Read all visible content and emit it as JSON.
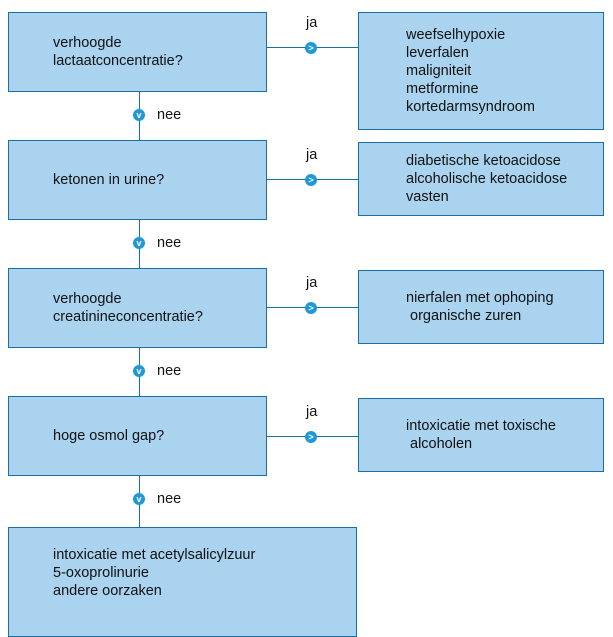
{
  "steps": [
    {
      "question": [
        "verhoogde",
        "lactaatconcentratie?"
      ],
      "yes_label": "ja",
      "no_label": "nee",
      "yes_result": [
        "weefselhypoxie",
        "leverfalen",
        "maligniteit",
        "metformine",
        "kortedarmsyndroom"
      ]
    },
    {
      "question": [
        "ketonen in urine?"
      ],
      "yes_label": "ja",
      "no_label": "nee",
      "yes_result": [
        "diabetische ketoacidose",
        "alcoholische ketoacidose",
        "vasten"
      ]
    },
    {
      "question": [
        "verhoogde",
        "creatinineconcentratie?"
      ],
      "yes_label": "ja",
      "no_label": "nee",
      "yes_result": [
        "nierfalen met ophoping",
        "organische zuren"
      ]
    },
    {
      "question": [
        "hoge osmol gap?"
      ],
      "yes_label": "ja",
      "no_label": "nee",
      "yes_result": [
        "intoxicatie met toxische",
        "alcoholen"
      ]
    }
  ],
  "final_result": [
    "intoxicatie met acetylsalicylzuur",
    "5-oxoprolinurie",
    "andere oorzaken"
  ],
  "colors": {
    "box_fill": "#a9d3ee",
    "box_border": "#1b6ea0",
    "marker": "#1e98d8"
  },
  "icons": {
    "yes_marker": "chevron-right-icon",
    "no_marker": "chevron-down-icon"
  }
}
